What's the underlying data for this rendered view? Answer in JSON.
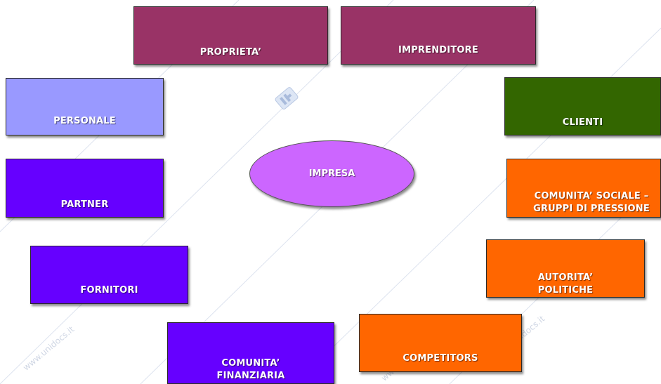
{
  "diagram": {
    "center": {
      "label": "IMPRESA",
      "color": "#cc66ff"
    },
    "nodes": [
      {
        "id": "proprieta",
        "lines": [
          "PROPRIETA’"
        ],
        "color": "#993366"
      },
      {
        "id": "imprenditore",
        "lines": [
          "IMPRENDITORE"
        ],
        "color": "#993366"
      },
      {
        "id": "personale",
        "lines": [
          "PERSONALE"
        ],
        "color": "#9999ff"
      },
      {
        "id": "clienti",
        "lines": [
          "CLIENTI"
        ],
        "color": "#336600"
      },
      {
        "id": "partner",
        "lines": [
          "PARTNER"
        ],
        "color": "#6600ff"
      },
      {
        "id": "comunita-sociale",
        "lines": [
          "COMUNITA’ SOCIALE –",
          "GRUPPI DI PRESSIONE"
        ],
        "color": "#ff6600"
      },
      {
        "id": "fornitori",
        "lines": [
          "FORNITORI"
        ],
        "color": "#6600ff"
      },
      {
        "id": "autorita-politiche",
        "lines": [
          "AUTORITA’",
          "POLITICHE"
        ],
        "color": "#ff6600"
      },
      {
        "id": "comunita-finanziaria",
        "lines": [
          "COMUNITA’",
          "FINANZIARIA"
        ],
        "color": "#6600ff"
      },
      {
        "id": "competitors",
        "lines": [
          "COMPETITORS"
        ],
        "color": "#ff6600"
      }
    ]
  },
  "watermark": {
    "text": "www.unidocs.it",
    "logo_icon": "unidocs-logo-icon"
  }
}
